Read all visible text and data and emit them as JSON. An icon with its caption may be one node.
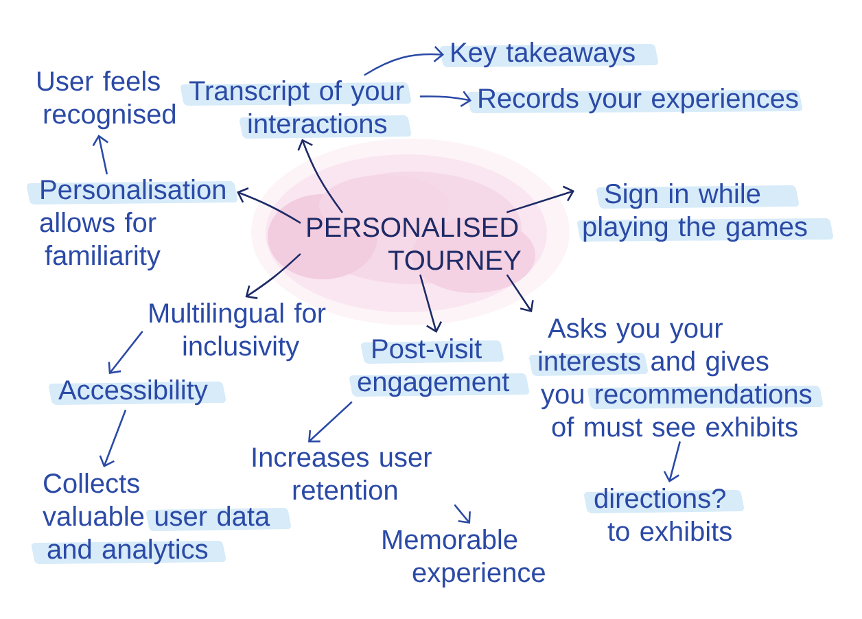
{
  "diagram": {
    "nodes": [
      {
        "text": [
          "PERSONALISED TOURNEY"
        ]
      },
      {
        "text": [
          "Transcript of your interactions"
        ]
      },
      {
        "text": [
          "Key takeaways"
        ]
      },
      {
        "text": [
          "Records your experiences"
        ]
      },
      {
        "text": [
          "User feels recognised"
        ]
      },
      {
        "text": [
          "Personalisation allows for familiarity"
        ]
      },
      {
        "text": [
          "Sign in while playing the games"
        ]
      },
      {
        "text": [
          "Multilingual for inclusivity"
        ]
      },
      {
        "text": [
          "Accessibility"
        ]
      },
      {
        "text": [
          "Collects valuable user data and analytics"
        ]
      },
      {
        "text": [
          "Post-visit engagement"
        ]
      },
      {
        "text": [
          "Increases user retention"
        ]
      },
      {
        "text": [
          "Memorable experience"
        ]
      },
      {
        "text": [
          "Asks you your interests and gives you recommendations of must see exhibits"
        ]
      },
      {
        "text": [
          "directions? to exhibits"
        ]
      }
    ],
    "edges": [
      {
        "from": 0,
        "to": 1,
        "arrow": "to",
        "color": "#1d2a66"
      },
      {
        "from": 1,
        "to": 2,
        "arrow": "to"
      },
      {
        "from": 1,
        "to": 3,
        "arrow": "to"
      },
      {
        "from": 0,
        "to": 5,
        "arrow": "to",
        "color": "#1d2a66"
      },
      {
        "from": 5,
        "to": 4,
        "arrow": "to"
      },
      {
        "from": 0,
        "to": 6,
        "arrow": "to",
        "color": "#1d2a66"
      },
      {
        "from": 0,
        "to": 7,
        "arrow": "to",
        "color": "#1d2a66"
      },
      {
        "from": 7,
        "to": 8,
        "arrow": "to"
      },
      {
        "from": 8,
        "to": 9,
        "arrow": "to"
      },
      {
        "from": 0,
        "to": 10,
        "arrow": "to",
        "color": "#1d2a66"
      },
      {
        "from": 10,
        "to": 11,
        "arrow": "to"
      },
      {
        "from": 11,
        "to": 12,
        "arrow": "to"
      },
      {
        "from": 0,
        "to": 13,
        "arrow": "to",
        "color": "#1d2a66"
      },
      {
        "from": 13,
        "to": 14,
        "arrow": "to"
      }
    ]
  }
}
